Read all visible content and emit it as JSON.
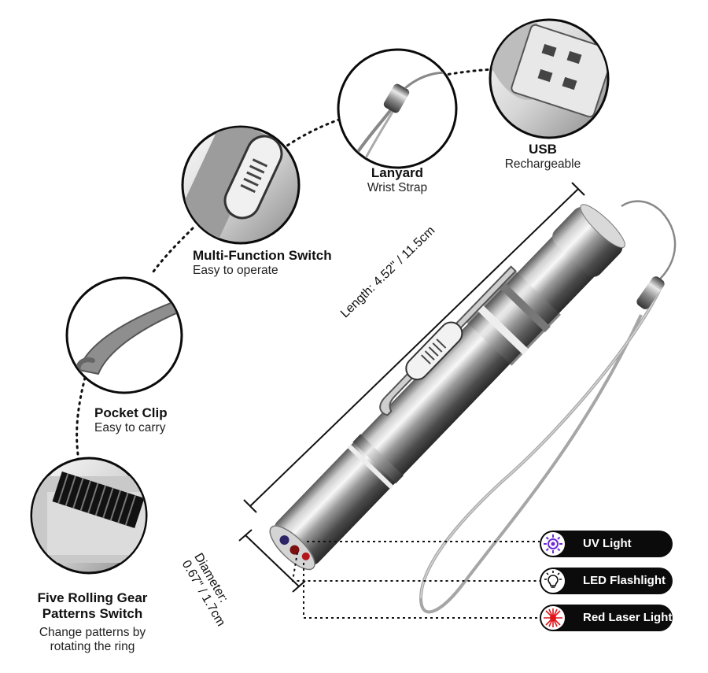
{
  "features": {
    "usb": {
      "title": "USB",
      "subtitle": "Rechargeable"
    },
    "lanyard": {
      "title": "Lanyard",
      "subtitle": "Wrist Strap"
    },
    "switch": {
      "title": "Multi-Function Switch",
      "subtitle": "Easy to operate"
    },
    "clip": {
      "title": "Pocket Clip",
      "subtitle": "Easy to carry"
    },
    "gear": {
      "title_line1": "Five Rolling Gear",
      "title_line2": "Patterns Switch",
      "subtitle_line1": "Change patterns by",
      "subtitle_line2": "rotating the ring"
    }
  },
  "dimensions": {
    "length": "Length: 4.52\" / 11.5cm",
    "diameter_line1": "Diameter:",
    "diameter_line2": "0.67\" / 1.7cm"
  },
  "modes": [
    {
      "label": "UV Light",
      "icon": "uv-light-icon",
      "color": "#6a2bd6"
    },
    {
      "label": "LED Flashlight",
      "icon": "lightbulb-icon",
      "color": "#111111"
    },
    {
      "label": "Red Laser Light",
      "icon": "laser-burst-icon",
      "color": "#e0161b"
    }
  ]
}
